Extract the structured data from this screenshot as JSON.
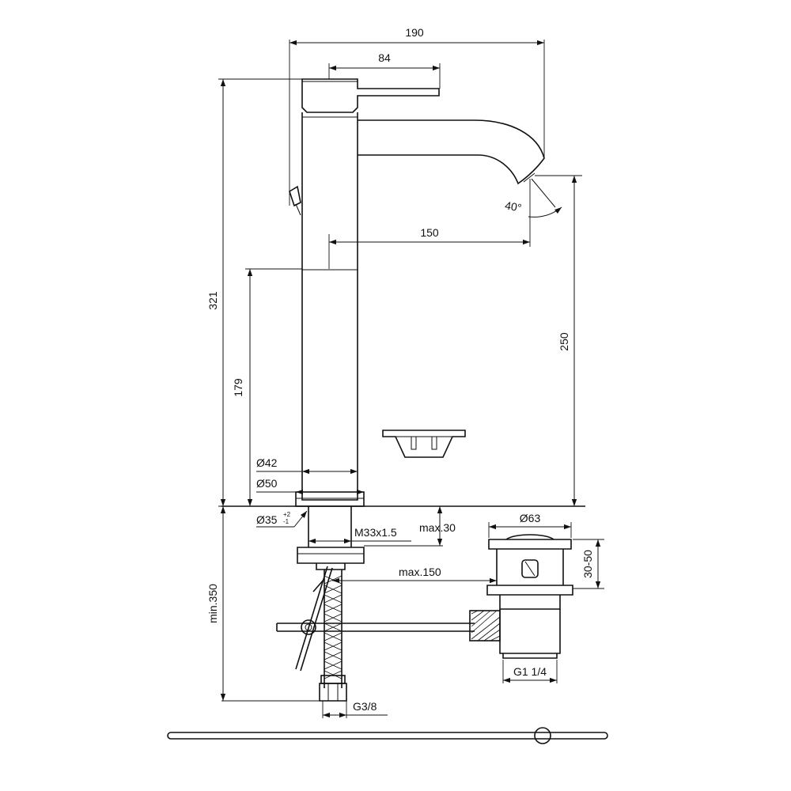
{
  "dimensions": {
    "overall_width": "190",
    "handle_reach": "84",
    "overall_height": "321",
    "spout_reach": "150",
    "outlet_height": "250",
    "lower_body_height": "179",
    "spout_angle": "40°",
    "body_diameter": "Ø42",
    "base_diameter": "Ø50",
    "hole_diameter": "Ø35",
    "hole_tolerance_upper": "+2",
    "hole_tolerance_lower": "-1",
    "thread": "M33x1.5",
    "max_deck_thickness": "max.30",
    "max_pull_rod_distance": "max.150",
    "installation_depth": "min.350",
    "flex_hose_thread": "G3/8",
    "waste_diameter": "Ø63",
    "waste_range": "30-50",
    "waste_thread": "G1 1/4"
  }
}
